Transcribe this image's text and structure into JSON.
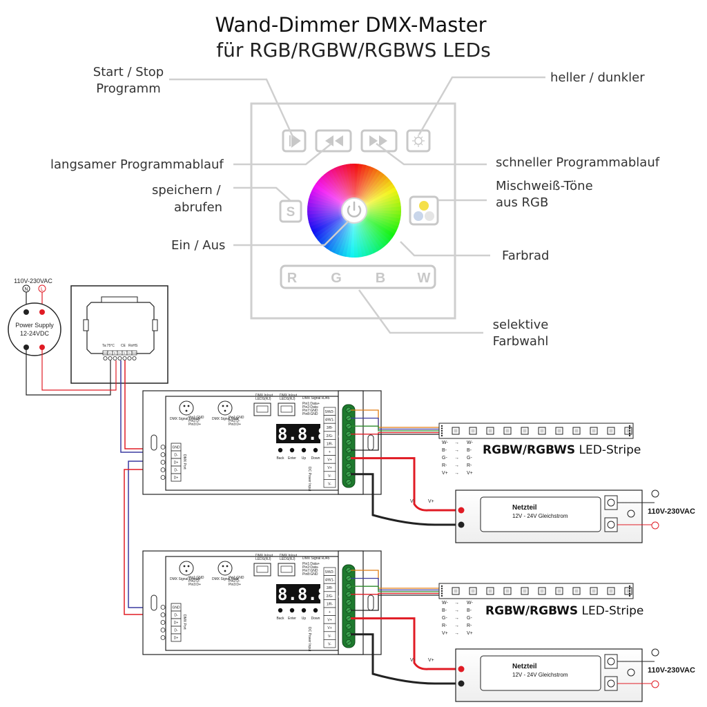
{
  "title": {
    "line1": "Wand-Dimmer DMX-Master",
    "line2": "für RGB/RGBW/RGBWS LEDs"
  },
  "labels": {
    "start_stop_1": "Start / Stop",
    "start_stop_2": "Programm",
    "brightness": "heller / dunkler",
    "slow": "langsamer Programmablauf",
    "fast": "schneller Programmablauf",
    "save_1": "speichern /",
    "save_2": "abrufen",
    "mix_1": "Mischweiß-Töne",
    "mix_2": "aus RGB",
    "power": "Ein / Aus",
    "wheel": "Farbrad",
    "select_1": "selektive",
    "select_2": "Farbwahl"
  },
  "panel_buttons": {
    "s": "S",
    "r": "R",
    "g": "G",
    "b": "B",
    "w": "W"
  },
  "power_supply": {
    "voltage": "110V-230VAC",
    "n": "N",
    "l": "L",
    "name": "Power Supply",
    "out": "12-24VDC"
  },
  "dimmer_module": {
    "rating": "Ta:75°C",
    "rohs": "RoHS",
    "ce": "CE",
    "terminals": [
      "GND",
      "V+",
      "D-",
      "D+",
      "D-",
      "D+",
      "GND"
    ]
  },
  "decoder": {
    "dmx_female": "DMX Signal Female",
    "dmx_male": "DMX Signal Male",
    "pinout": [
      "Pin1:GND",
      "Pin2:D-",
      "Pin3:D+"
    ],
    "dmx_in": "DMX In/out",
    "dmx_rj45": "LEDS(RJ)",
    "dmx_signal_rj": "DMX Signal RJ45",
    "rj_pinout": [
      "Pin1:Data+",
      "Pin2:Data-",
      "Pin7:GND",
      "Pin8:GND"
    ],
    "display": "8.8.8.8.",
    "buttons": [
      "Back",
      "Enter",
      "Up",
      "Down"
    ],
    "dmx_port": "DMX Port",
    "dmx_terminals": [
      "GND",
      "D-",
      "D+",
      "D-",
      "D+"
    ],
    "out_terminals": [
      "5/W2-",
      "4/W1-",
      "3/B-",
      "2/G-",
      "1/R-",
      "+",
      "V+",
      "V+",
      "V-",
      "V-"
    ],
    "dc_power": "DC Power Input"
  },
  "strip": {
    "name_bold": "RGBW/RGBWS",
    "name_rest": " LED-Stripe",
    "pins": [
      "W-",
      "B-",
      "G-",
      "R-",
      "V+"
    ]
  },
  "psu": {
    "name": "Netzteil",
    "desc": "12V - 24V Gleichstrom",
    "voltage": "110V-230VAC",
    "vminus": "V-",
    "vplus": "V+"
  },
  "colors": {
    "panel_gray": "#c9c9c9",
    "wire_red": "#e01b24",
    "wire_black": "#222222",
    "wire_blue": "#3a3aa0",
    "wire_orange": "#e07a10",
    "wire_green": "#2a8a2a",
    "strip_green": "#1a7a2a"
  }
}
